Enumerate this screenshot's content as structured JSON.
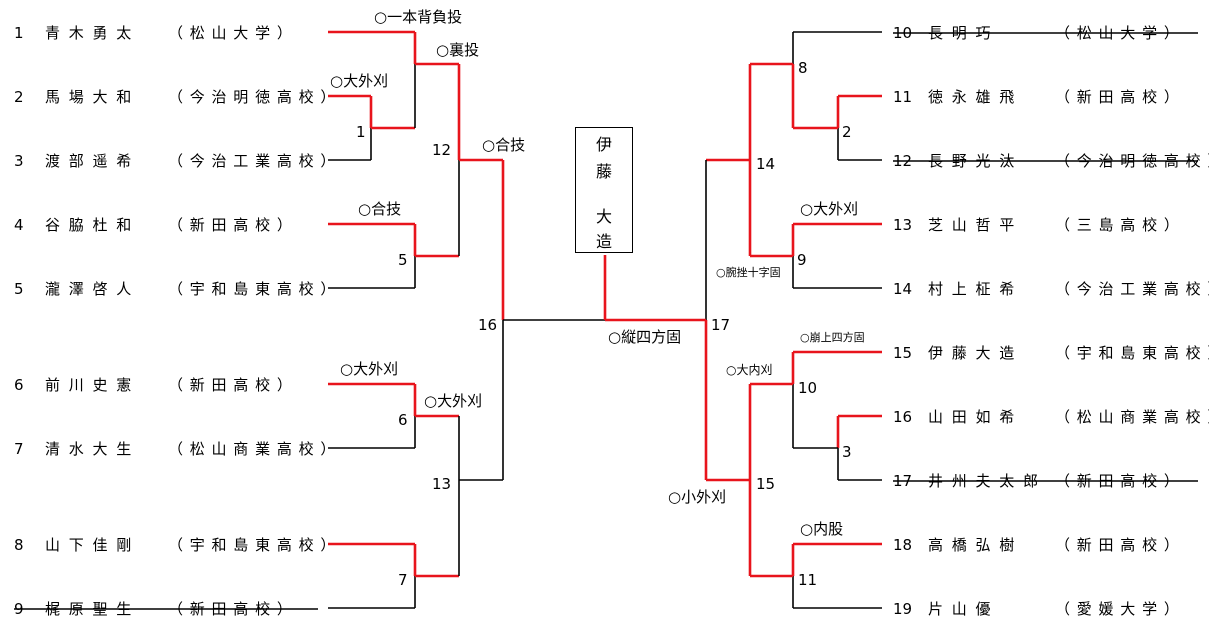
{
  "left_players": [
    {
      "no": "1",
      "name": "青木勇太",
      "school": "（松山大学）",
      "winner": true,
      "withdrawn": false
    },
    {
      "no": "2",
      "name": "馬場大和",
      "school": "（今治明徳高校）",
      "winner": true,
      "withdrawn": false
    },
    {
      "no": "3",
      "name": "渡部遥希",
      "school": "（今治工業高校）",
      "winner": false,
      "withdrawn": false
    },
    {
      "no": "4",
      "name": "谷脇杜和",
      "school": "（新田高校）",
      "winner": true,
      "withdrawn": false
    },
    {
      "no": "5",
      "name": "瀧澤啓人",
      "school": "（宇和島東高校）",
      "winner": false,
      "withdrawn": false
    },
    {
      "no": "6",
      "name": "前川史憲",
      "school": "（新田高校）",
      "winner": true,
      "withdrawn": false
    },
    {
      "no": "7",
      "name": "清水大生",
      "school": "（松山商業高校）",
      "winner": false,
      "withdrawn": false
    },
    {
      "no": "8",
      "name": "山下佳剛",
      "school": "（宇和島東高校）",
      "winner": true,
      "withdrawn": false
    },
    {
      "no": "9",
      "name": "梶原聖生",
      "school": "（新田高校）",
      "winner": false,
      "withdrawn": true
    }
  ],
  "right_players": [
    {
      "no": "10",
      "name": "長明巧",
      "school": "（松山大学）",
      "winner": false,
      "withdrawn": true
    },
    {
      "no": "11",
      "name": "徳永雄飛",
      "school": "（新田高校）",
      "winner": true,
      "withdrawn": false
    },
    {
      "no": "12",
      "name": "長野光汰",
      "school": "（今治明徳高校）",
      "winner": false,
      "withdrawn": true
    },
    {
      "no": "13",
      "name": "芝山哲平",
      "school": "（三島高校）",
      "winner": true,
      "withdrawn": false
    },
    {
      "no": "14",
      "name": "村上柾希",
      "school": "（今治工業高校）",
      "winner": false,
      "withdrawn": false
    },
    {
      "no": "15",
      "name": "伊藤大造",
      "school": "（宇和島東高校）",
      "winner": true,
      "withdrawn": false
    },
    {
      "no": "16",
      "name": "山田如希",
      "school": "（松山商業高校）",
      "winner": true,
      "withdrawn": false
    },
    {
      "no": "17",
      "name": "井州夫太郎",
      "school": "（新田高校）",
      "winner": false,
      "withdrawn": true
    },
    {
      "no": "18",
      "name": "高橋弘樹",
      "school": "（新田高校）",
      "winner": true,
      "withdrawn": false
    },
    {
      "no": "19",
      "name": "片山優",
      "school": "（愛媛大学）",
      "winner": false,
      "withdrawn": false
    }
  ],
  "match_numbers": [
    "1",
    "2",
    "3",
    "5",
    "6",
    "7",
    "8",
    "9",
    "10",
    "11",
    "12",
    "13",
    "14",
    "15",
    "16",
    "17"
  ],
  "techniques": {
    "m1": "○大外刈",
    "m1_final": "○一本背負投",
    "m12": "○裏投",
    "m16_top": "○合技",
    "m5": "○合技",
    "m6": "○大外刈",
    "m13": "○大外刈",
    "final": "○縦四方固",
    "m9": "○大外刈",
    "m14": "○腕挫十字固",
    "m10_top": "○崩上四方固",
    "m10": "○大内刈",
    "m15": "○小外刈",
    "m11": "○内股"
  },
  "champion": {
    "chars": [
      "伊",
      "藤",
      "大",
      "造"
    ]
  },
  "colors": {
    "win": "#e8141c",
    "line": "#000000"
  }
}
